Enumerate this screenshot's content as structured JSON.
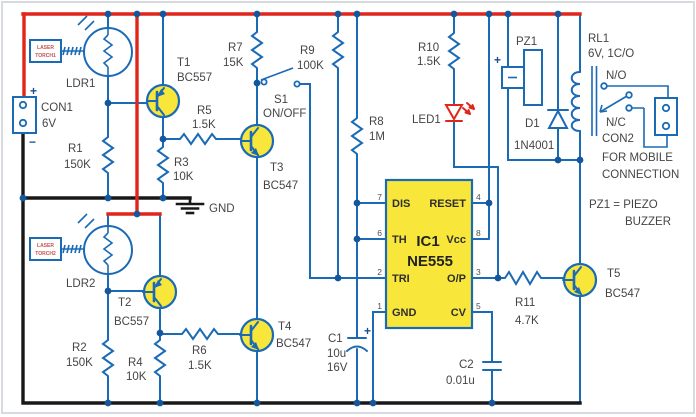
{
  "components": {
    "con1": {
      "label": "CON1",
      "voltage": "6V",
      "plus": "+",
      "minus": "−"
    },
    "laser1": {
      "l1": "LASER",
      "l2": "TORCH1"
    },
    "laser2": {
      "l1": "LASER",
      "l2": "TORCH2"
    },
    "ldr1": "LDR1",
    "ldr2": "LDR2",
    "r1": {
      "name": "R1",
      "value": "150K"
    },
    "r2": {
      "name": "R2",
      "value": "150K"
    },
    "r3": {
      "name": "R3",
      "value": "10K"
    },
    "r4": {
      "name": "R4",
      "value": "10K"
    },
    "r5": {
      "name": "R5",
      "value": "1.5K"
    },
    "r6": {
      "name": "R6",
      "value": "1.5K"
    },
    "r7": {
      "name": "R7",
      "value": "15K"
    },
    "r8": {
      "name": "R8",
      "value": "1M"
    },
    "r9": {
      "name": "R9",
      "value": "100K"
    },
    "r10": {
      "name": "R10",
      "value": "1.5K"
    },
    "r11": {
      "name": "R11",
      "value": "4.7K"
    },
    "t1": {
      "name": "T1",
      "part": "BC557"
    },
    "t2": {
      "name": "T2",
      "part": "BC557"
    },
    "t3": {
      "name": "T3",
      "part": "BC547"
    },
    "t4": {
      "name": "T4",
      "part": "BC547"
    },
    "t5": {
      "name": "T5",
      "part": "BC547"
    },
    "c1": {
      "name": "C1",
      "value": "10u",
      "voltage": "16V",
      "plus": "+"
    },
    "c2": {
      "name": "C2",
      "value": "0.01u"
    },
    "s1": {
      "name": "S1",
      "mode": "ON/OFF"
    },
    "ic1": {
      "name": "IC1",
      "part": "NE555",
      "pin_dis": "DIS",
      "pin_th": "TH",
      "pin_tri": "TRI",
      "pin_gnd": "GND",
      "pin_reset": "RESET",
      "pin_vcc": "Vcc",
      "pin_op": "O/P",
      "pin_cv": "CV",
      "n1": "1",
      "n2": "2",
      "n3": "3",
      "n4": "4",
      "n5": "5",
      "n6": "6",
      "n7": "7",
      "n8": "8"
    },
    "led1": "LED1",
    "d1": {
      "name": "D1",
      "part": "1N4001"
    },
    "pz1": {
      "name": "PZ1",
      "plus": "+"
    },
    "rl1": {
      "name": "RL1",
      "spec": "6V, 1C/O",
      "no": "N/O",
      "nc": "N/C"
    },
    "con2": {
      "name": "CON2",
      "desc1": "FOR MOBILE",
      "desc2": "CONNECTION"
    },
    "gnd": "GND",
    "note": {
      "l1": "PZ1 = PIEZO",
      "l2": "BUZZER"
    }
  },
  "colors": {
    "wire_blue": "#1a6ab5",
    "power_red": "#e1251b",
    "ground_black": "#181818",
    "component_yellow": "#f8e73a",
    "junction_dot": "#14579d",
    "label_gray": "#454545",
    "laser_text_red": "#c4524c"
  }
}
